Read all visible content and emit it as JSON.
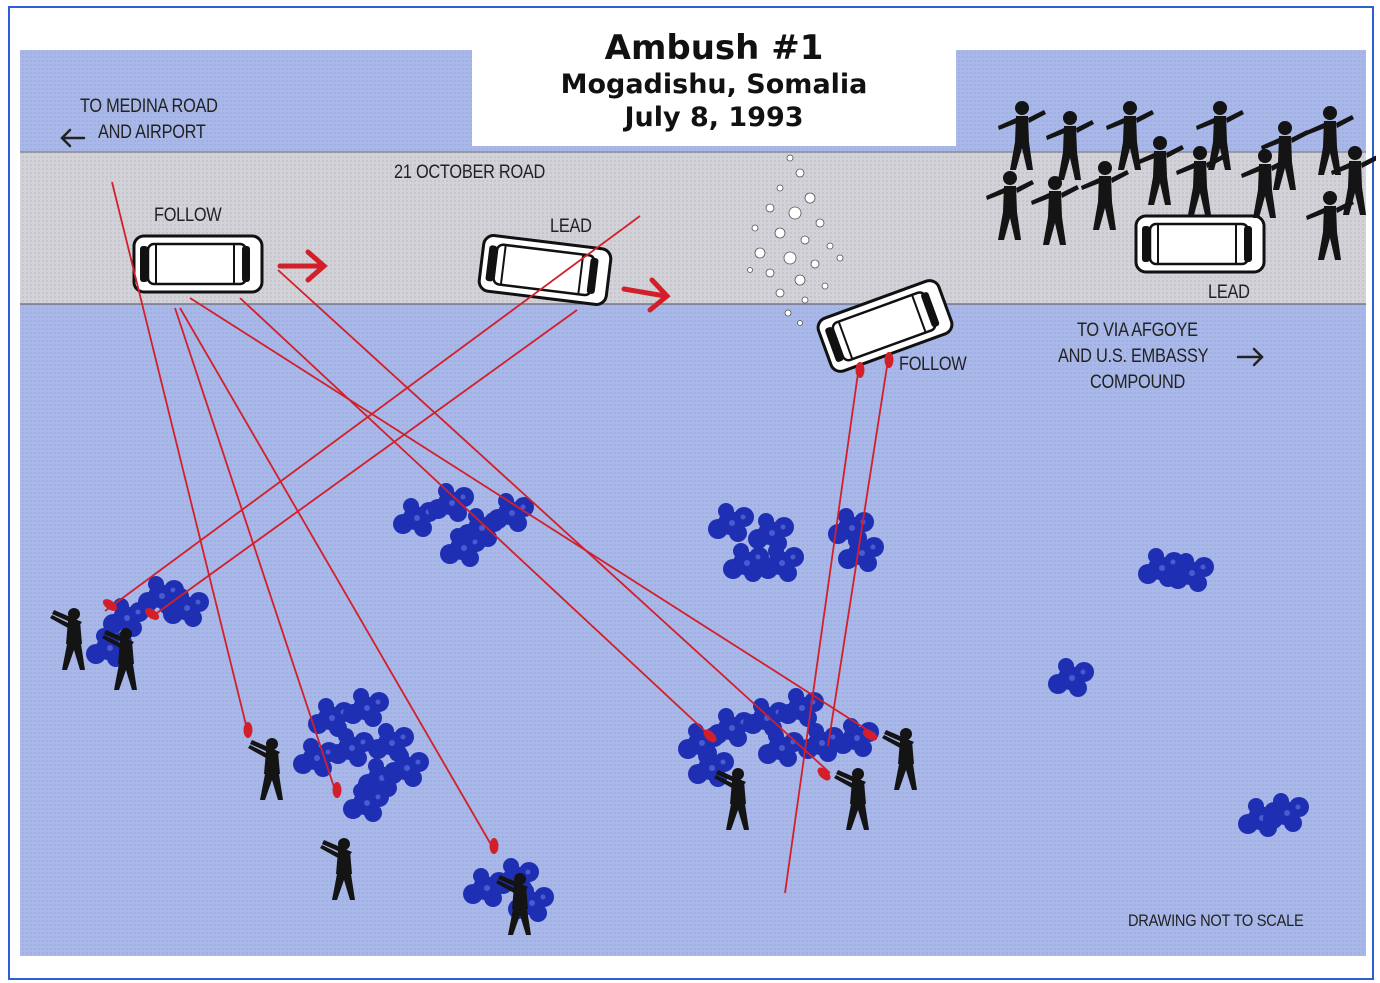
{
  "title": "Ambush #1",
  "subtitle_place": "Mogadishu, Somalia",
  "subtitle_date": "July 8, 1993",
  "labels": {
    "medina_line1": "TO MEDINA ROAD",
    "medina_line2": "AND AIRPORT",
    "road_name": "21 OCTOBER ROAD",
    "follow_left": "FOLLOW",
    "lead_mid": "LEAD",
    "lead_right": "LEAD",
    "follow_right": "FOLLOW",
    "afgoye_line1": "TO VIA AFGOYE",
    "afgoye_line2": "AND U.S. EMBASSY",
    "afgoye_line3": "COMPOUND",
    "scale_note": "DRAWING NOT TO SCALE"
  },
  "icons": {
    "arrow_left": "left-arrow-icon",
    "arrow_right": "right-arrow-icon",
    "vehicle": "vehicle-icon",
    "gunman": "gunman-icon",
    "crowd": "crowd-icon",
    "blast": "explosion-icon",
    "brush": "brush-cover-icon"
  },
  "colors": {
    "ground": "#a7b6e6",
    "road": "#cfcfd6",
    "fire_line": "#d31f2a",
    "brush": "#1f2fb4",
    "figure": "#141414"
  }
}
